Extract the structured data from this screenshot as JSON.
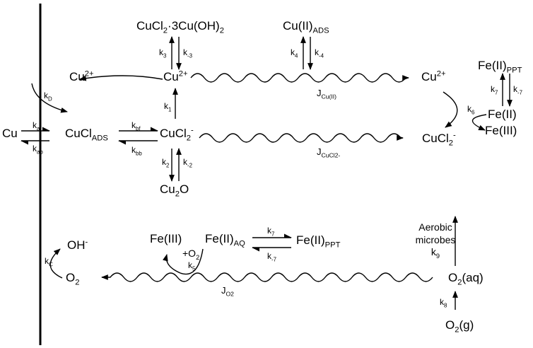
{
  "species": {
    "cu": "Cu",
    "cucl_ads": [
      "CuCl",
      "ADS"
    ],
    "cu2_left": [
      "Cu",
      "2+"
    ],
    "cu2_center": [
      "Cu",
      "2+"
    ],
    "cu2_right": [
      "Cu",
      "2+"
    ],
    "cucl2_center": [
      "CuCl",
      "2",
      "-"
    ],
    "cucl2_right": [
      "CuCl",
      "2",
      "-"
    ],
    "atacamite": [
      "CuCl",
      "2",
      "·3Cu(OH)",
      "2"
    ],
    "cu_ads": [
      "Cu(II)",
      "ADS"
    ],
    "cu2o": [
      "Cu",
      "2",
      "O"
    ],
    "fe2_ppt_top": [
      "Fe(II)",
      "PPT"
    ],
    "fe2_top": "Fe(II)",
    "fe3_top": "Fe(III)",
    "oh": [
      "OH",
      "-"
    ],
    "o2_left": [
      "O",
      "2"
    ],
    "fe3_bottom": "Fe(III)",
    "o2_plus": [
      "+O",
      "2"
    ],
    "fe2_aq": [
      "Fe(II)",
      "AQ"
    ],
    "fe2_ppt_bottom": [
      "Fe(II)",
      "PPT"
    ],
    "o2_aq": [
      "O",
      "2",
      "(aq)"
    ],
    "o2_g": [
      "O",
      "2",
      "(g)"
    ],
    "aerobic": "Aerobic",
    "microbes": "microbes"
  },
  "rates": {
    "kD": [
      "k",
      "D"
    ],
    "kaf": [
      "k",
      "af"
    ],
    "kab": [
      "k",
      "ab"
    ],
    "kbf": [
      "k",
      "bf"
    ],
    "kbb": [
      "k",
      "bb"
    ],
    "k1": [
      "k",
      "1"
    ],
    "k2": [
      "k",
      "2"
    ],
    "km2": [
      "k",
      "-2"
    ],
    "k3": [
      "k",
      "3"
    ],
    "km3": [
      "k",
      "-3"
    ],
    "k4": [
      "k",
      "4"
    ],
    "km4": [
      "k",
      "-4"
    ],
    "k6": [
      "k",
      "6"
    ],
    "k7_top": [
      "k",
      "7"
    ],
    "km7_top": [
      "k",
      "-7"
    ],
    "kC": [
      "k",
      "C"
    ],
    "k5": [
      "k",
      "5"
    ],
    "k7_bottom": [
      "k",
      "7"
    ],
    "km7_bottom": [
      "k",
      "-7"
    ],
    "k8": [
      "k",
      "8"
    ],
    "k9": [
      "k",
      "9"
    ]
  },
  "fluxes": {
    "J_cu2": [
      "J",
      "Cu(II)"
    ],
    "J_cucl2": [
      "J",
      "CuCl2-"
    ],
    "J_o2": [
      "J",
      "O2"
    ]
  }
}
